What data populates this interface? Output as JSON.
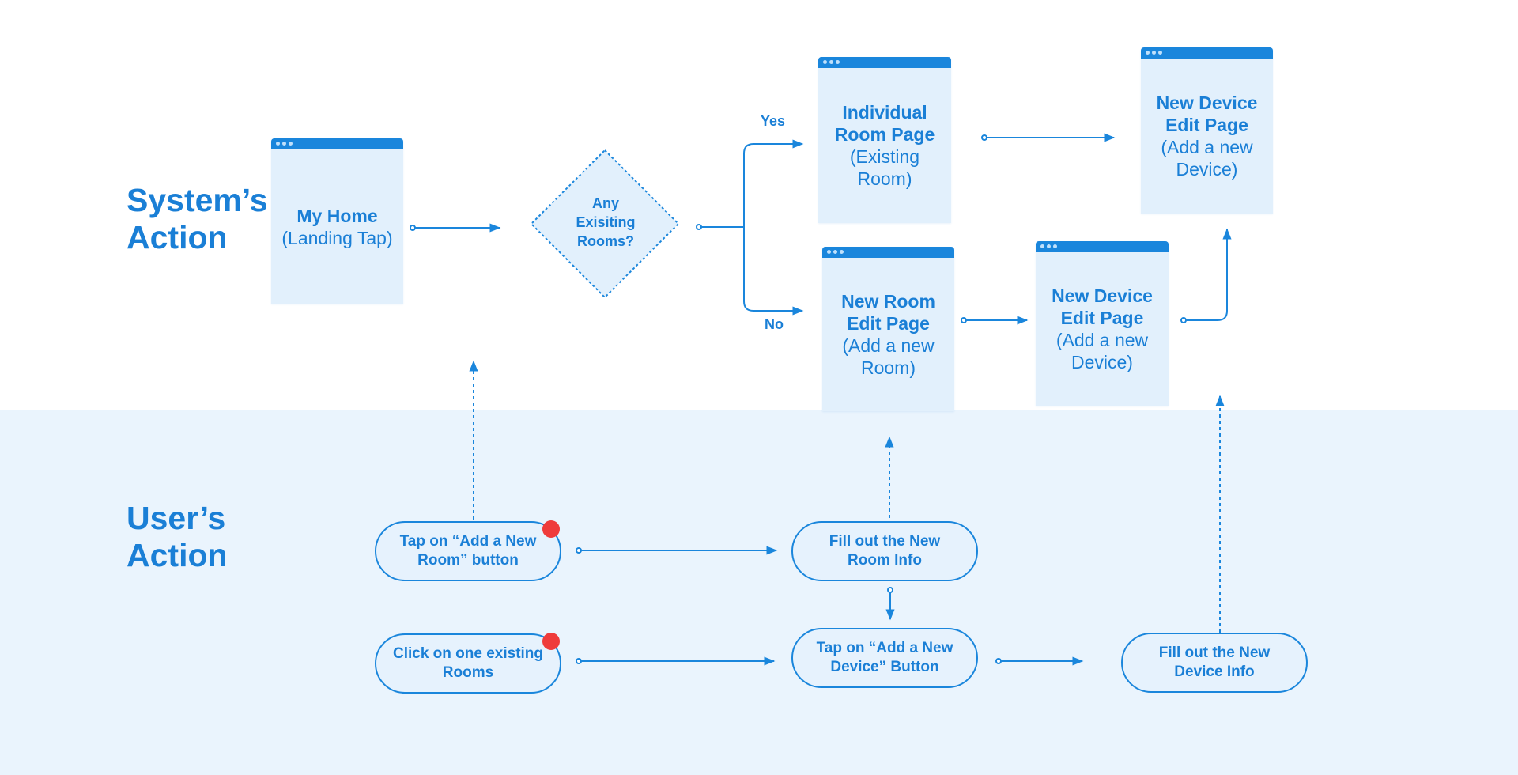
{
  "lanes": {
    "system": "System’s\nAction",
    "user": "User’s\nAction"
  },
  "pages": {
    "my_home": {
      "title": "My Home",
      "sub": "(Landing Tap)"
    },
    "individual_room": {
      "title": "Individual\nRoom Page",
      "sub": "(Existing\nRoom)"
    },
    "new_device_top": {
      "title": "New Device\nEdit Page",
      "sub": "(Add a new\nDevice)"
    },
    "new_room": {
      "title": "New Room\nEdit Page",
      "sub": "(Add a new\nRoom)"
    },
    "new_device_mid": {
      "title": "New Device\nEdit Page",
      "sub": "(Add a new\nDevice)"
    }
  },
  "decision": {
    "label": "Any\nExisiting\nRooms?",
    "yes": "Yes",
    "no": "No"
  },
  "actions": {
    "tap_add_room": "Tap on “Add a New\nRoom” button",
    "click_existing": "Click on one existing\nRooms",
    "fill_room": "Fill out the New\nRoom Info",
    "tap_add_device": "Tap on “Add a New\nDevice” Button",
    "fill_device": "Fill out the New\nDevice Info"
  },
  "colors": {
    "accent": "#1a86dc",
    "page_fill": "#e2f0fc",
    "user_lane": "#eaf4fd",
    "alert_dot": "#ef3b3b"
  }
}
